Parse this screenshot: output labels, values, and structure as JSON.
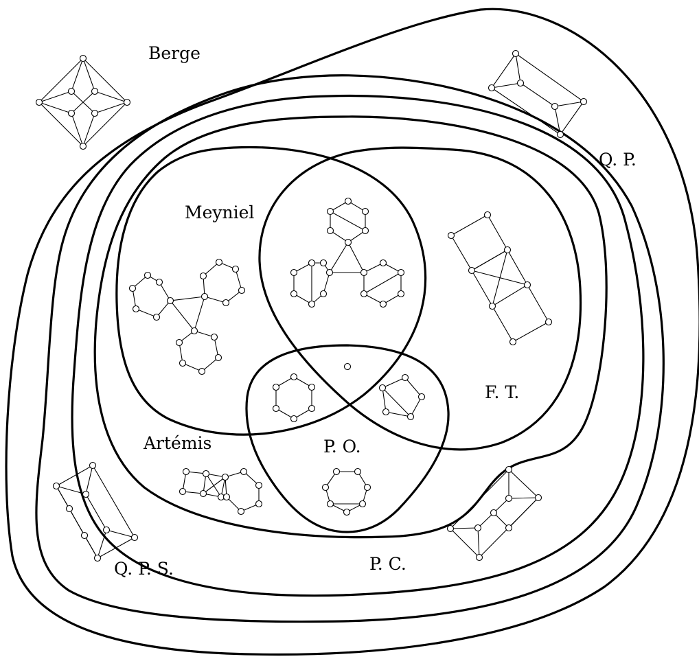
{
  "diagram": {
    "labels": {
      "berge": "Berge",
      "qp": "Q. P.",
      "meyniel": "Meyniel",
      "ft": "F. T.",
      "artemis": "Artémis",
      "po": "P. O.",
      "qps": "Q. P. S.",
      "pc": "P. C."
    }
  }
}
